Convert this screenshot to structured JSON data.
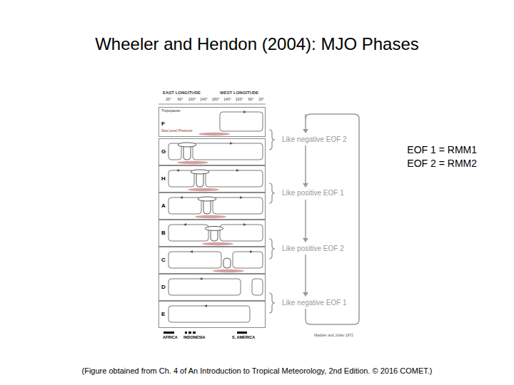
{
  "diagram": {
    "title": "Wheeler and Hendon (2004): MJO Phases",
    "caption": "(Figure obtained from Ch. 4 of An Introduction to Tropical Meteorology, 2nd Edition. © 2016 COMET.)",
    "nodes": [
      {
        "text": [
          "F"
        ]
      },
      {
        "text": [
          "G"
        ]
      },
      {
        "text": [
          "H"
        ]
      },
      {
        "text": [
          "A"
        ]
      },
      {
        "text": [
          "B"
        ]
      },
      {
        "text": [
          "C"
        ]
      },
      {
        "text": [
          "D"
        ]
      },
      {
        "text": [
          "E"
        ]
      }
    ],
    "labels": [
      "EOF 1 = RMM1",
      "EOF 2 = RMM2",
      "EAST LONGITUDE",
      "WEST LONGITUDE",
      "20°",
      "60°",
      "100°",
      "140°",
      "180°",
      "140°",
      "100°",
      "60°",
      "20°",
      "Tropopause",
      "Sea Level Pressure",
      "Like negative EOF 2",
      "Like positive EOF 1",
      "Like positive EOF 2",
      "Like negative EOF 1",
      "AFRICA",
      "INDONESIA",
      "S. AMERICA",
      "Madden and Julian 1972"
    ]
  }
}
